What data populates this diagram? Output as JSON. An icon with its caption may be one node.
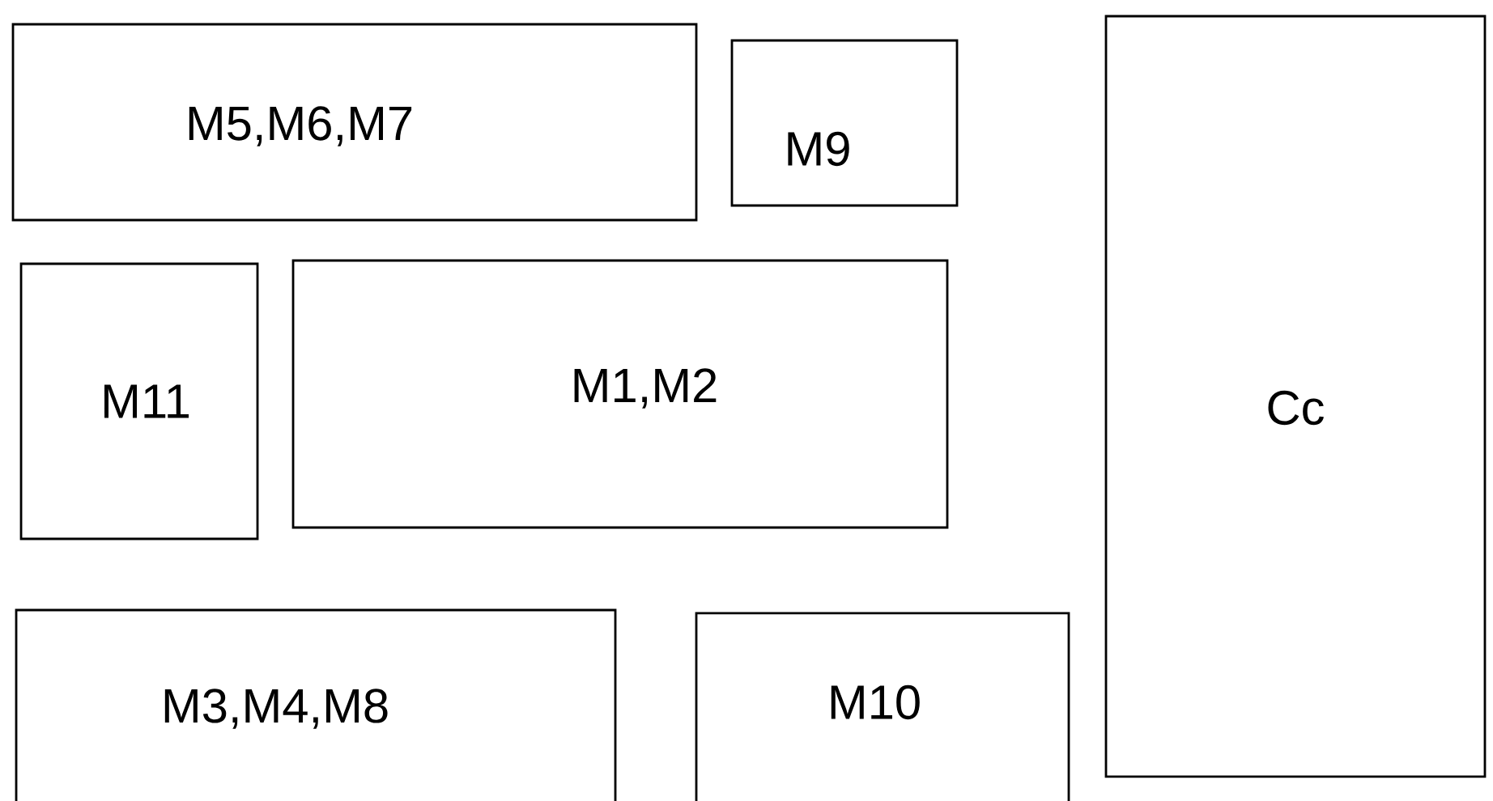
{
  "diagram": {
    "nodes": [
      {
        "text": [
          "M5,M6,M7"
        ]
      },
      {
        "text": [
          "M9"
        ]
      },
      {
        "text": [
          "Cc"
        ]
      },
      {
        "text": [
          "M11"
        ]
      },
      {
        "text": [
          "M1,M2"
        ]
      },
      {
        "text": [
          "M3,M4,M8"
        ]
      },
      {
        "text": [
          "M10"
        ]
      }
    ]
  }
}
